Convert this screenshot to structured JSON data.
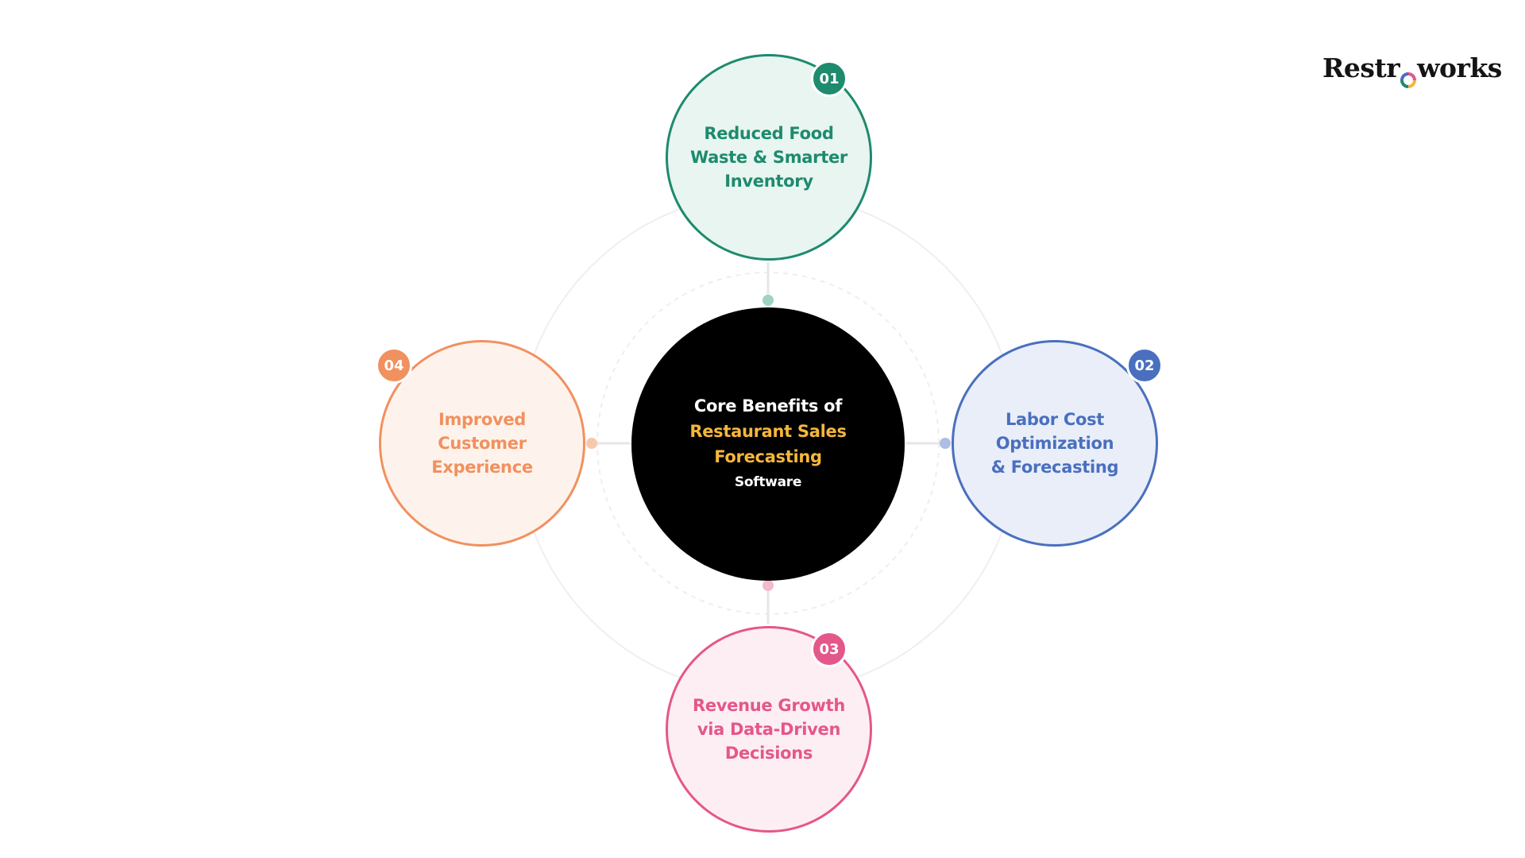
{
  "brand": {
    "logo_left": "Restr",
    "logo_right": "works"
  },
  "center": {
    "line1": "Core Benefits of",
    "line2": "Restaurant Sales",
    "line3": "Forecasting",
    "line4": "Software",
    "color_white": "#ffffff",
    "color_accent": "#f5b73a"
  },
  "benefits": [
    {
      "number": "01",
      "label": "Reduced Food\nWaste & Smarter\nInventory",
      "color": "#1e8a6e",
      "fill": "#e8f5f0"
    },
    {
      "number": "02",
      "label": "Labor Cost\nOptimization\n& Forecasting",
      "color": "#4a6fbf",
      "fill": "#e9eef9"
    },
    {
      "number": "03",
      "label": "Revenue Growth\nvia Data-Driven\nDecisions",
      "color": "#e4578a",
      "fill": "#fdeef3"
    },
    {
      "number": "04",
      "label": "Improved\nCustomer\nExperience",
      "color": "#f0915f",
      "fill": "#fef3ec"
    }
  ]
}
